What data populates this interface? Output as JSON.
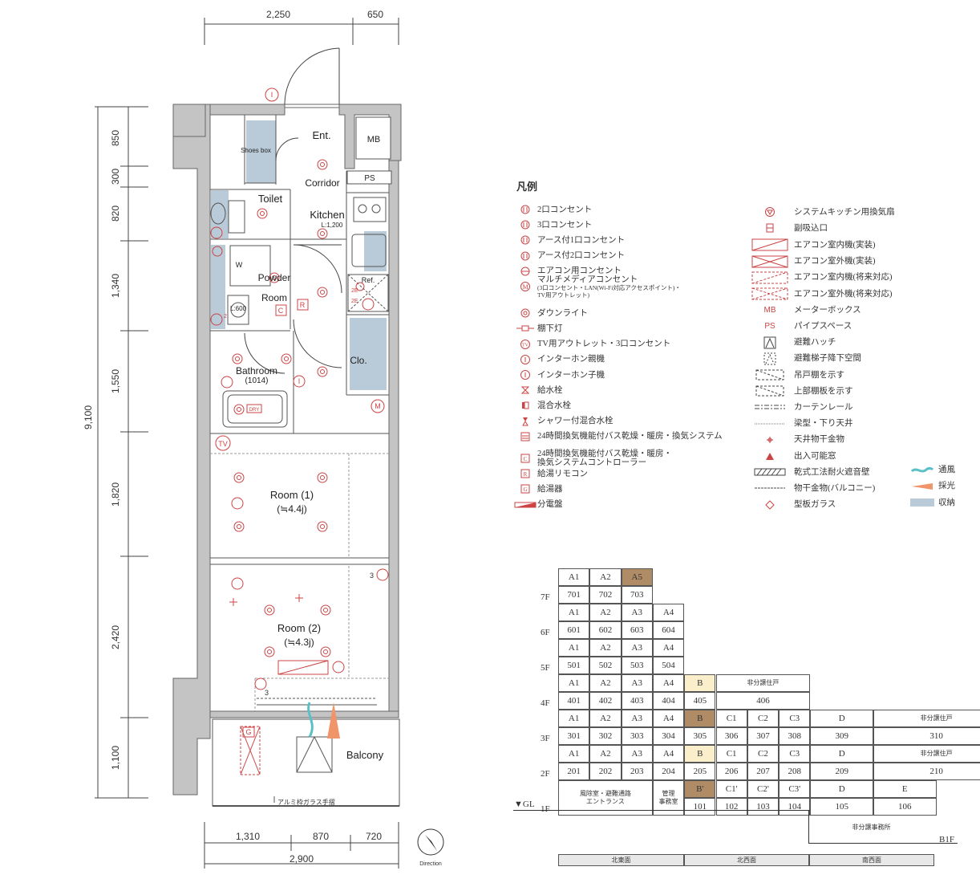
{
  "dimensions": {
    "top": [
      "2,250",
      "650"
    ],
    "left": [
      "850",
      "300",
      "820",
      "1,340",
      "1,550",
      "1,820",
      "2,420",
      "1,100"
    ],
    "left_total": "9,100",
    "bottom": [
      "1,310",
      "870",
      "720"
    ],
    "bottom_total": "2,900"
  },
  "rooms": {
    "ent": "Ent.",
    "mb": "MB",
    "shoes": "Shoes box",
    "corridor": "Corridor",
    "ps": "PS",
    "toilet": "Toilet",
    "kitchen": "Kitchen",
    "kitchen_len": "L:1,200",
    "w": "W",
    "powder": "Powder",
    "room": "Room",
    "powder_len": "L:600",
    "ref": "Ref.",
    "ref_code_1": "2E",
    "ref_code_2": "2E",
    "powder_code": "2",
    "clo": "Clo.",
    "bathroom": "Bathroom",
    "bathroom_code": "(1014)",
    "dry": "DRY",
    "tv": "TV",
    "room1": "Room (1)",
    "room1_size": "(≒4.4j)",
    "room2": "Room (2)",
    "room2_size": "(≒4.3j)",
    "outlet_3a": "3",
    "outlet_3b": "3",
    "balcony": "Balcony",
    "glass_rail": "アルミ枠ガラス手摺",
    "direction": "Direction",
    "i": "I",
    "c": "C",
    "r": "R",
    "m": "M",
    "g": "G"
  },
  "legend": {
    "title": "凡例",
    "left": [
      {
        "label": "2口コンセント",
        "icon": "outlet-2-icon"
      },
      {
        "label": "3口コンセント",
        "icon": "outlet-3-icon"
      },
      {
        "label": "アース付1口コンセント",
        "icon": "outlet-earth-1-icon"
      },
      {
        "label": "アース付2口コンセント",
        "icon": "outlet-earth-2-icon"
      },
      {
        "label": "エアコン用コンセント",
        "icon": "aircon-outlet-icon"
      },
      {
        "label": "マルチメディアコンセント",
        "icon": "multimedia-outlet-icon",
        "note": "(3口コンセント・LAN(Wi-Fi対応アクセスポイント)・",
        "note2": "TV用アウトレット)"
      },
      {
        "label": "ダウンライト",
        "icon": "downlight-icon"
      },
      {
        "label": "棚下灯",
        "icon": "shelf-light-icon"
      },
      {
        "label": "TV用アウトレット・3口コンセント",
        "icon": "tv-outlet-icon"
      },
      {
        "label": "インターホン親機",
        "icon": "intercom-main-icon"
      },
      {
        "label": "インターホン子機",
        "icon": "intercom-sub-icon"
      },
      {
        "label": "給水栓",
        "icon": "faucet-icon"
      },
      {
        "label": "混合水栓",
        "icon": "mixer-faucet-icon"
      },
      {
        "label": "シャワー付混合水栓",
        "icon": "shower-faucet-icon"
      },
      {
        "label": "24時間換気機能付バス乾燥・暖房・換気システム",
        "icon": "bath-dryer-icon"
      },
      {
        "label": "24時間換気機能付バス乾燥・暖房・",
        "label2": "換気システムコントローラー",
        "icon": "bath-controller-icon"
      },
      {
        "label": "給湯リモコン",
        "icon": "water-heater-remote-icon"
      },
      {
        "label": "給湯器",
        "icon": "water-heater-icon"
      },
      {
        "label": "分電盤",
        "icon": "distribution-board-icon"
      }
    ],
    "right": [
      {
        "label": "システムキッチン用換気扇",
        "icon": "kitchen-fan-icon"
      },
      {
        "label": "副吸込口",
        "icon": "air-inlet-icon"
      },
      {
        "label": "エアコン室内機(実装)",
        "icon": "aircon-indoor-icon"
      },
      {
        "label": "エアコン室外機(実装)",
        "icon": "aircon-outdoor-icon"
      },
      {
        "label": "エアコン室内機(将来対応)",
        "icon": "aircon-indoor-future-icon"
      },
      {
        "label": "エアコン室外機(将来対応)",
        "icon": "aircon-outdoor-future-icon"
      },
      {
        "label": "メーターボックス",
        "icon": "mb-text-icon",
        "sym": "MB"
      },
      {
        "label": "パイプスペース",
        "icon": "ps-text-icon",
        "sym": "PS"
      },
      {
        "label": "避難ハッチ",
        "icon": "escape-hatch-icon"
      },
      {
        "label": "避難梯子降下空間",
        "icon": "ladder-space-icon"
      },
      {
        "label": "吊戸棚を示す",
        "icon": "wall-cabinet-icon"
      },
      {
        "label": "上部棚板を示す",
        "icon": "upper-shelf-icon"
      },
      {
        "label": "カーテンレール",
        "icon": "curtain-rail-icon"
      },
      {
        "label": "梁型・下り天井",
        "icon": "beam-line-icon"
      },
      {
        "label": "天井物干金物",
        "icon": "ceiling-hanger-icon"
      },
      {
        "label": "出入可能窓",
        "icon": "accessible-window-icon"
      },
      {
        "label": "乾式工法耐火遮音壁",
        "icon": "fire-wall-icon"
      },
      {
        "label": "物干金物(バルコニー)",
        "icon": "balcony-hanger-icon"
      },
      {
        "label": "型板ガラス",
        "icon": "patterned-glass-icon"
      }
    ],
    "extra": [
      {
        "label": "通風",
        "icon": "ventilation-icon",
        "color": "#5bbfc7"
      },
      {
        "label": "採光",
        "icon": "daylight-icon",
        "color": "#f0956a"
      },
      {
        "label": "収納",
        "icon": "storage-icon",
        "color": "#b9cbd9"
      }
    ]
  },
  "stack": {
    "floors": [
      "7F",
      "6F",
      "5F",
      "4F",
      "3F",
      "2F",
      "1F"
    ],
    "gl": "▼GL",
    "b1f": "B1F",
    "rows": [
      {
        "types": [
          "A1",
          "A2",
          "A5"
        ],
        "units": [
          "701",
          "702",
          "703"
        ]
      },
      {
        "types": [
          "A1",
          "A2",
          "A3",
          "A4"
        ],
        "units": [
          "601",
          "602",
          "603",
          "604"
        ]
      },
      {
        "types": [
          "A1",
          "A2",
          "A3",
          "A4"
        ],
        "units": [
          "501",
          "502",
          "503",
          "504"
        ]
      },
      {
        "types": [
          "A1",
          "A2",
          "A3",
          "A4",
          "B",
          "非分譲住戸"
        ],
        "units": [
          "401",
          "402",
          "403",
          "404",
          "405",
          "406"
        ]
      },
      {
        "types": [
          "A1",
          "A2",
          "A3",
          "A4",
          "B",
          "C1",
          "C2",
          "C3",
          "D",
          "非分譲住戸"
        ],
        "units": [
          "301",
          "302",
          "303",
          "304",
          "305",
          "306",
          "307",
          "308",
          "309",
          "310"
        ]
      },
      {
        "types": [
          "A1",
          "A2",
          "A3",
          "A4",
          "B",
          "C1",
          "C2",
          "C3",
          "D",
          "非分譲住戸"
        ],
        "units": [
          "201",
          "202",
          "203",
          "204",
          "205",
          "206",
          "207",
          "208",
          "209",
          "210"
        ]
      },
      {
        "types": [
          "B'",
          "C1'",
          "C2'",
          "C3'",
          "D",
          "E"
        ],
        "units": [
          "101",
          "102",
          "103",
          "104",
          "105",
          "106"
        ]
      }
    ],
    "gf_entrance": "風除室・避難通路\nエントランス",
    "gf_office": "管理\n事務室",
    "b1_office": "非分譲事務所",
    "faces": [
      "北東面",
      "北西面",
      "南西面"
    ]
  }
}
